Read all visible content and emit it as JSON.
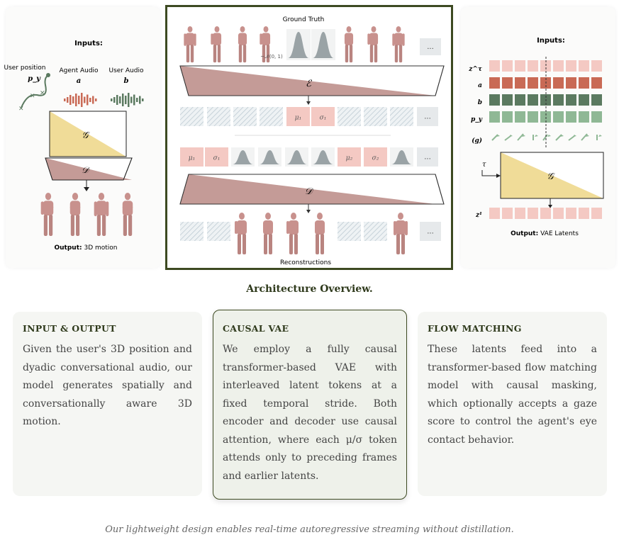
{
  "left_figure": {
    "inputs_label": "Inputs:",
    "user_position_label": "User position",
    "user_position_symbol": "p_y",
    "agent_audio_label": "Agent Audio",
    "agent_audio_symbol": "a",
    "user_audio_label": "User Audio",
    "user_audio_symbol": "b",
    "flow_symbol": "𝒢",
    "decoder_symbol": "𝒟",
    "output_prefix": "Output:",
    "output_text": "3D motion"
  },
  "center_figure": {
    "ground_truth_label": "Ground Truth",
    "encoder_symbol": "ℰ",
    "decoder_symbol": "𝒟",
    "noise_label": "~𝒩(0, 1)",
    "mu1": "μ₁",
    "sigma1": "σ₁",
    "mu2": "μ₂",
    "sigma2": "σ₂",
    "ellipsis": "...",
    "reconstructions_label": "Reconstructions"
  },
  "right_figure": {
    "inputs_label": "Inputs:",
    "row_zt": "z^τ",
    "row_a": "a",
    "row_b": "b",
    "row_py": "p_y",
    "row_g": "(g)",
    "tau_label": "τ",
    "flow_symbol": "𝒢",
    "row_z1": "z¹",
    "output_prefix": "Output:",
    "output_text": "VAE Latents"
  },
  "overview_caption": "Architecture Overview.",
  "cards": [
    {
      "title": "INPUT & OUTPUT",
      "body": "Given the user's 3D position and dyadic conversational audio, our model generates spatially and conversationally aware 3D motion."
    },
    {
      "title": "CAUSAL VAE",
      "body": "We employ a fully causal transformer-based VAE with interleaved latent tokens at a fixed temporal stride. Both encoder and decoder use causal attention, where each μ/σ token attends only to preceding frames and earlier latents."
    },
    {
      "title": "FLOW MATCHING",
      "body": "These latents feed into a transformer-based flow matching model with causal masking, which optionally accepts a gaze score to control the agent's eye contact behavior."
    }
  ],
  "bottom_caption": "Our lightweight design enables real-time autoregressive streaming without distillation.",
  "colors": {
    "accent_dark": "#3d4a22",
    "encoder_fill": "#c49b97",
    "flow_fill": "#f0dc98",
    "token_pink": "#f4c9c3",
    "audio_red": "#c96a55",
    "audio_green": "#5b7a60",
    "pos_green": "#8fb895"
  }
}
